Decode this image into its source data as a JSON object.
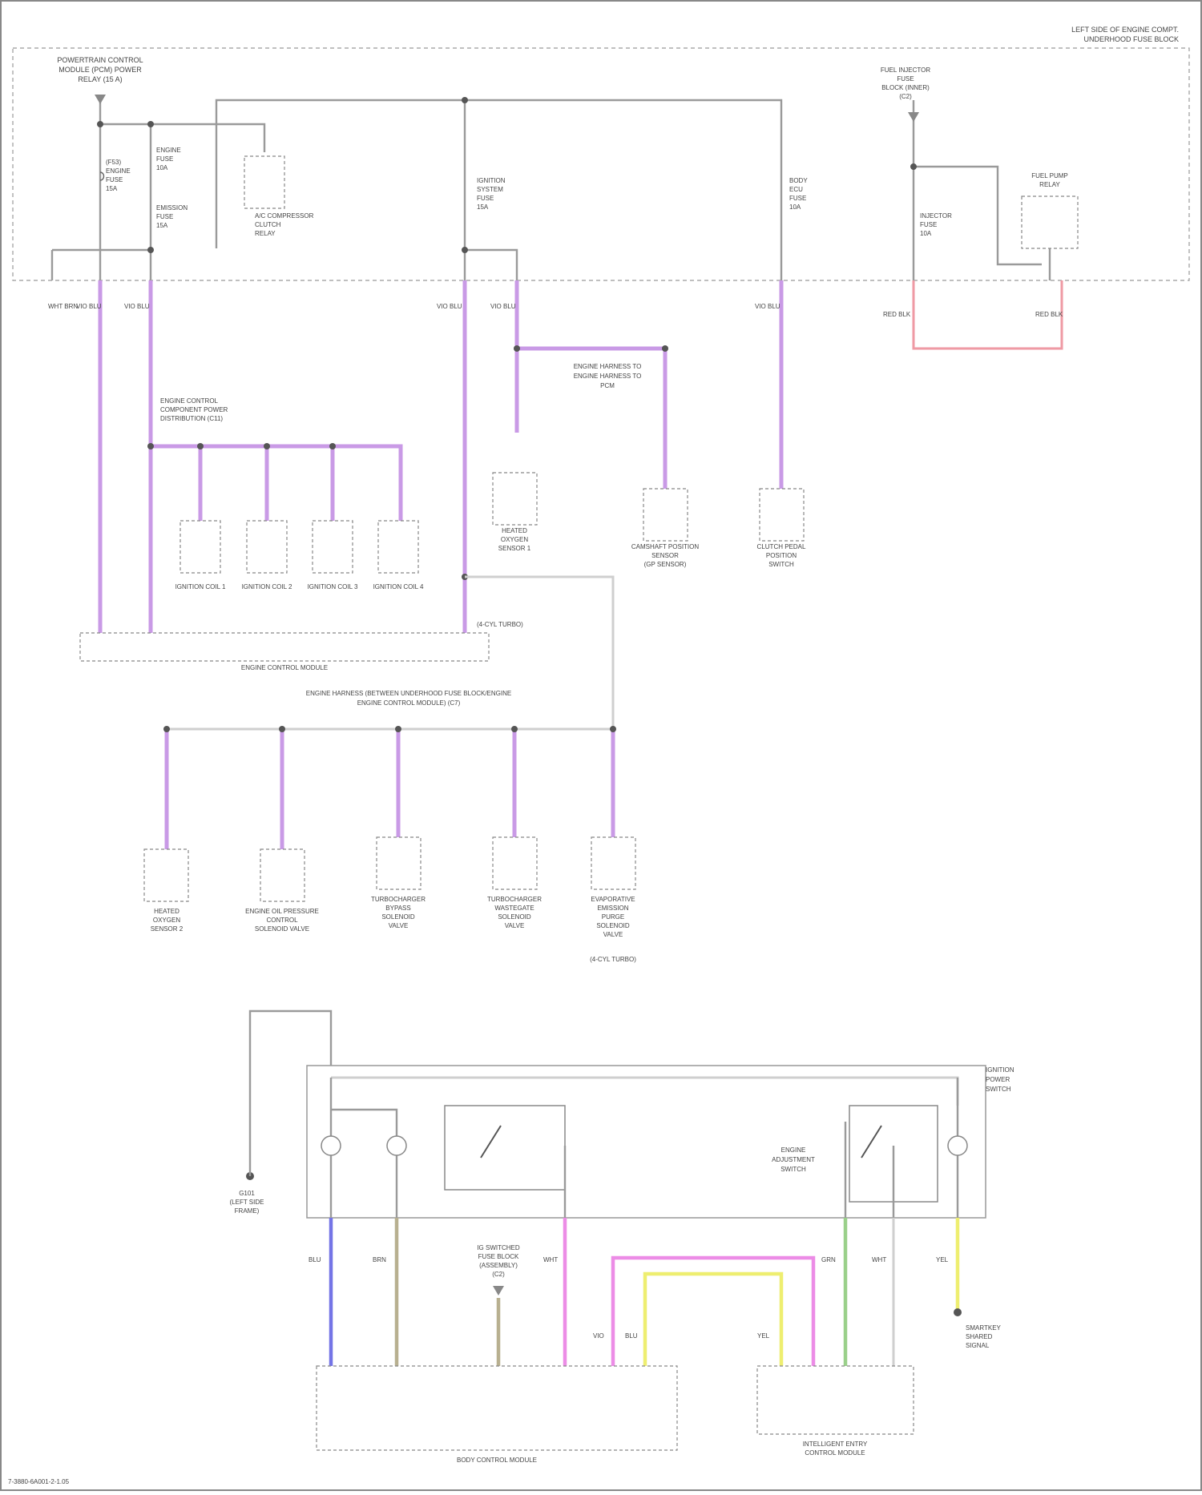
{
  "diagram": {
    "frame_label": [
      "LEFT SIDE OF ENGINE COMPT.",
      "UNDERHOOD FUSE BLOCK"
    ],
    "page_code": "7-3880-6A001-2-1.05",
    "junction_top_left": [
      "POWERTRAIN CONTROL",
      "MODULE (PCM) POWER",
      "RELAY (15 A)"
    ],
    "fuse_f1": [
      "(F53)",
      "ENGINE",
      "FUSE",
      "15A"
    ],
    "fuse_f2": [
      "ENGINE",
      "FUSE",
      "10A"
    ],
    "fuse_f2b": [
      "EMISSION",
      "FUSE",
      "15A"
    ],
    "relay_ac": [
      "A/C COMPRESSOR",
      "CLUTCH",
      "RELAY"
    ],
    "fuse_center": [
      "IGNITION",
      "SYSTEM",
      "FUSE",
      "15A"
    ],
    "fuse_right": [
      "BODY",
      "ECU",
      "FUSE",
      "10A"
    ],
    "top_right_label": [
      "FUEL INJECTOR",
      "FUSE",
      "BLOCK (INNER)",
      "(C2)"
    ],
    "fuse_inj": [
      "INJECTOR",
      "FUSE",
      "10A"
    ],
    "relay_fuel": [
      "FUEL PUMP",
      "RELAY"
    ],
    "wire_tags": {
      "a": "WHT BRN",
      "b": "VIO BLU",
      "c": "VIO BLU",
      "d": "VIO BLU",
      "e": "VIO BLU",
      "f": "VIO BLU",
      "g": "RED BLK",
      "h": "RED BLK"
    },
    "ignition_coil_label": [
      "ENGINE CONTROL",
      "COMPONENT POWER",
      "DISTRIBUTION (C11)"
    ],
    "ignition_coils": [
      "IGNITION COIL 1",
      "IGNITION COIL 2",
      "IGNITION COIL 3",
      "IGNITION COIL 4"
    ],
    "canister_label": [
      "ENGINE HARNESS TO",
      "ENGINE HARNESS TO",
      "PCM"
    ],
    "comp_o2": [
      "HEATED",
      "OXYGEN",
      "SENSOR 1"
    ],
    "comp_camshaft": [
      "CAMSHAFT POSITION",
      "SENSOR",
      "(GP SENSOR)"
    ],
    "comp_cutoff": [
      "CLUTCH PEDAL",
      "POSITION",
      "SWITCH"
    ],
    "ecm_label": "ENGINE CONTROL MODULE",
    "ecm_note": "(4-CYL TURBO)",
    "mid_junction": [
      "ENGINE HARNESS (BETWEEN UNDERHOOD FUSE BLOCK/ENGINE",
      "ENGINE CONTROL MODULE) (C7)"
    ],
    "mid_comps": [
      [
        "HEATED",
        "OXYGEN",
        "SENSOR 2"
      ],
      [
        "ENGINE OIL PRESSURE",
        "CONTROL",
        "SOLENOID VALVE"
      ],
      [
        "TURBOCHARGER",
        "BYPASS",
        "SOLENOID",
        "VALVE"
      ],
      [
        "TURBOCHARGER",
        "WASTEGATE",
        "SOLENOID",
        "VALVE"
      ],
      [
        "EVAPORATIVE",
        "EMISSION",
        "PURGE",
        "SOLENOID",
        "VALVE",
        "(4-CYL TURBO)"
      ]
    ],
    "ground_label": [
      "G101",
      "(LEFT SIDE",
      "FRAME)"
    ],
    "switch_label": [
      "ENGINE",
      "ADJUSTMENT",
      "SWITCH"
    ],
    "ignition_switch_label": [
      "IGNITION",
      "POWER",
      "SWITCH"
    ],
    "bcm_fuse_label": [
      "IG SWITCHED",
      "FUSE BLOCK",
      "(ASSEMBLY)",
      "(C2)"
    ],
    "bcm_label": "BODY CONTROL MODULE",
    "immob_label": [
      "INTELLIGENT ENTRY",
      "CONTROL MODULE"
    ],
    "connector_label": [
      "SMARTKEY",
      "SHARED",
      "SIGNAL"
    ],
    "wire_colors": [
      "BLU",
      "BRN",
      "WHT",
      "VIO",
      "BLU",
      "YEL",
      "GRN",
      "WHT",
      "YEL"
    ]
  }
}
